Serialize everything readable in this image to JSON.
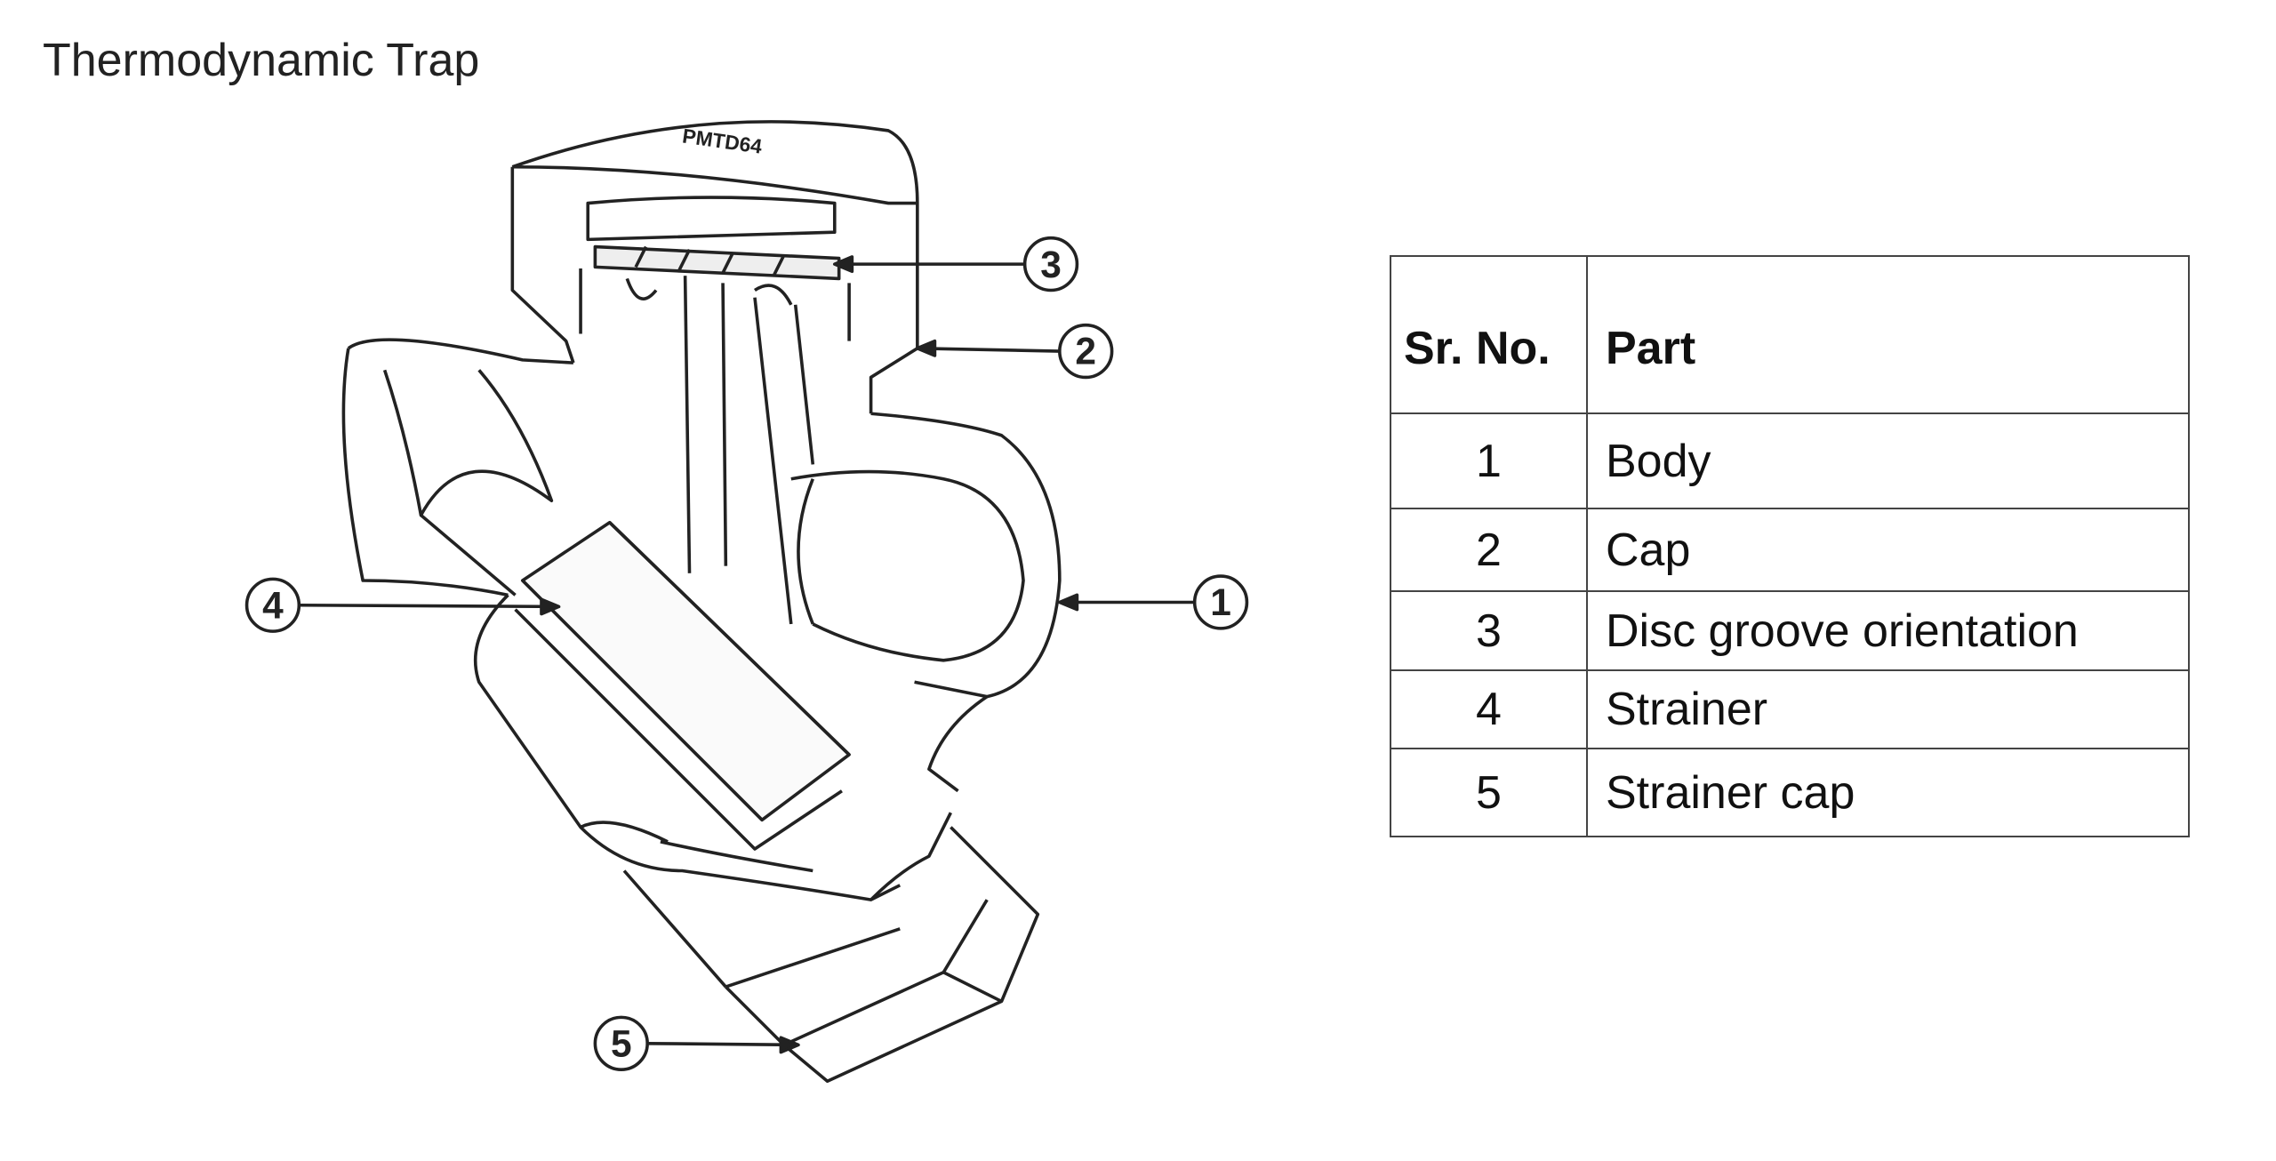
{
  "title": "Thermodynamic Trap",
  "drawing": {
    "cap_marking": "PMTD64",
    "callouts": [
      "1",
      "2",
      "3",
      "4",
      "5"
    ]
  },
  "table": {
    "headers": [
      "Sr. No.",
      "Part"
    ],
    "rows": [
      {
        "no": "1",
        "part": "Body"
      },
      {
        "no": "2",
        "part": "Cap"
      },
      {
        "no": "3",
        "part": "Disc groove orientation"
      },
      {
        "no": "4",
        "part": "Strainer"
      },
      {
        "no": "5",
        "part": "Strainer cap"
      }
    ]
  }
}
